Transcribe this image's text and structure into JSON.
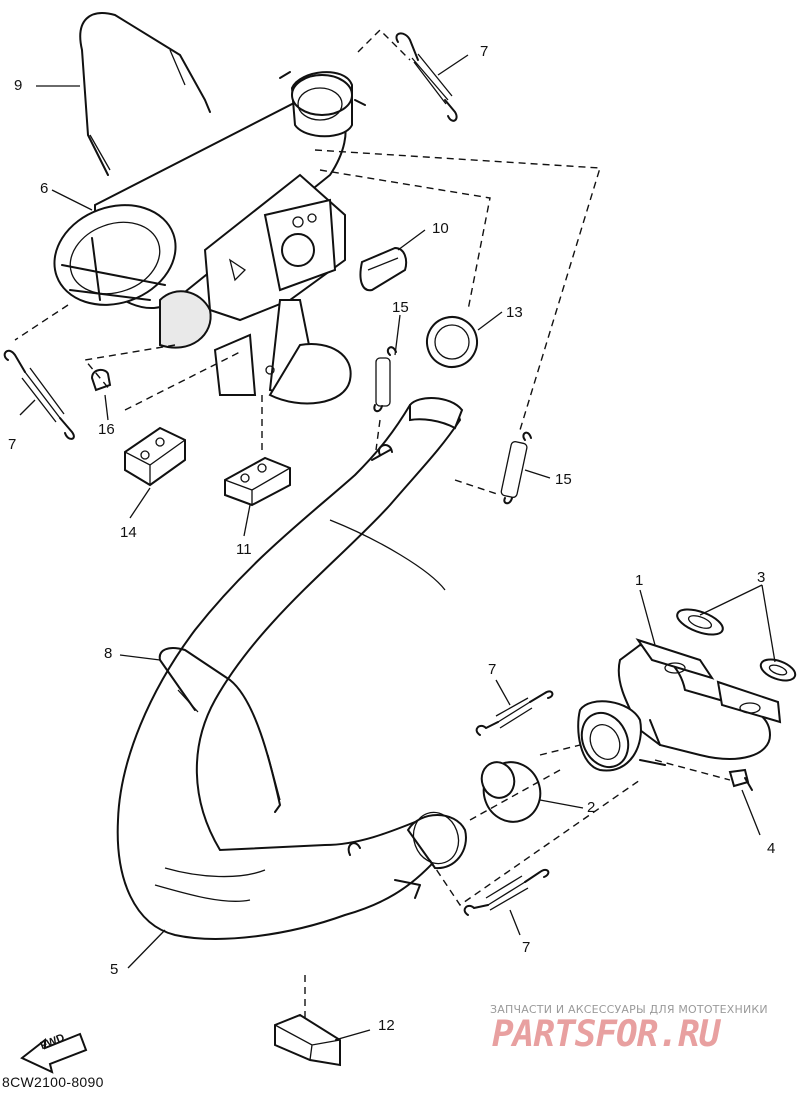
{
  "diagram": {
    "code": "8CW2100-8090",
    "fwd_label": "FWD",
    "watermark_caption": "ЗАПЧАСТИ И АКСЕССУАРЫ ДЛЯ МОТОТЕХНИКИ",
    "watermark_logo": "PARTSFOR.RU",
    "labels": {
      "l1": "1",
      "l2": "2",
      "l3": "3",
      "l4": "4",
      "l5": "5",
      "l6": "6",
      "l7a": "7",
      "l7b": "7",
      "l7c": "7",
      "l7d": "7",
      "l8": "8",
      "l9": "9",
      "l10": "10",
      "l11": "11",
      "l12": "12",
      "l13": "13",
      "l14": "14",
      "l15a": "15",
      "l15b": "15",
      "l16": "16"
    }
  }
}
